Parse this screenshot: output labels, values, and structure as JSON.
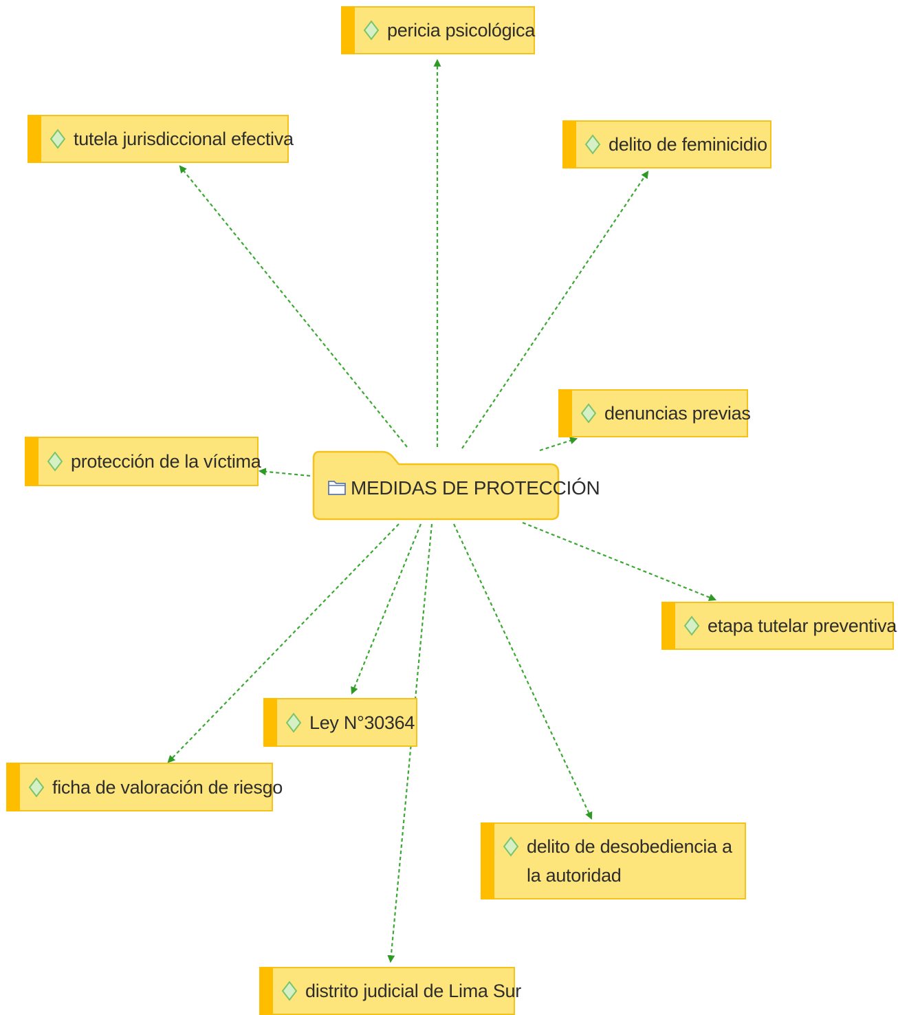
{
  "center": {
    "label": "MEDIDAS DE PROTECCIÓN",
    "icon": "folder-icon"
  },
  "codes": [
    {
      "id": "pericia",
      "label": "pericia psicológica"
    },
    {
      "id": "tutela",
      "label": "tutela jurisdiccional efectiva"
    },
    {
      "id": "feminicidio",
      "label": "delito de feminicidio"
    },
    {
      "id": "denuncias",
      "label": "denuncias previas"
    },
    {
      "id": "proteccion",
      "label": "protección de la víctima"
    },
    {
      "id": "etapa",
      "label": "etapa tutelar preventiva"
    },
    {
      "id": "ley",
      "label": "Ley N°30364"
    },
    {
      "id": "ficha",
      "label": "ficha de valoración de riesgo"
    },
    {
      "id": "desobediencia",
      "label": "delito de desobediencia a la autoridad"
    },
    {
      "id": "distrito",
      "label": "distrito judicial de Lima Sur"
    }
  ],
  "colors": {
    "node_fill": "#fde57c",
    "node_border": "#f4c21a",
    "node_stripe": "#ffbd00",
    "link": "#3aa832",
    "diamond": "#8fd07a"
  }
}
